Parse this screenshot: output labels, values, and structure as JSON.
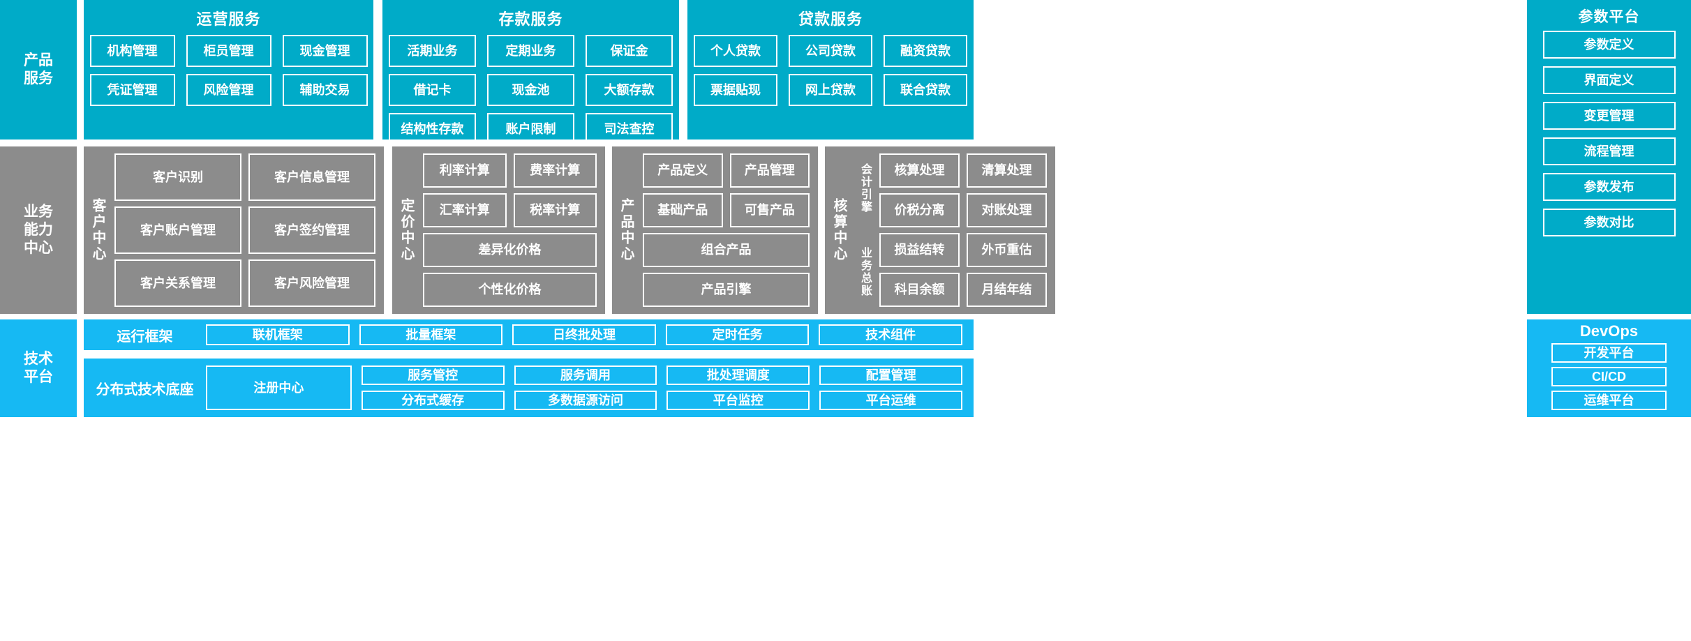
{
  "rows": {
    "product_services": {
      "side_label": "产品\n服务",
      "color": "#00ABC8",
      "groups": [
        {
          "title": "运营服务",
          "items": [
            "机构管理",
            "柜员管理",
            "现金管理",
            "凭证管理",
            "风险管理",
            "辅助交易"
          ]
        },
        {
          "title": "存款服务",
          "items": [
            "活期业务",
            "定期业务",
            "保证金",
            "借记卡",
            "现金池",
            "大额存款",
            "结构性存款",
            "账户限制",
            "司法查控"
          ]
        },
        {
          "title": "贷款服务",
          "items": [
            "个人贷款",
            "公司贷款",
            "融资贷款",
            "票据贴现",
            "网上贷款",
            "联合贷款"
          ]
        }
      ]
    },
    "business_capability": {
      "side_label": "业务\n能力\n中心",
      "color": "#8C8C8C",
      "centers": [
        {
          "name": "客户中心",
          "items": [
            "客户识别",
            "客户信息管理",
            "客户账户管理",
            "客户签约管理",
            "客户关系管理",
            "客户风险管理"
          ]
        },
        {
          "name": "定价中心",
          "items": [
            "利率计算",
            "费率计算",
            "汇率计算",
            "税率计算",
            "差异化价格",
            "个性化价格"
          ]
        },
        {
          "name": "产品中心",
          "items": [
            "产品定义",
            "产品管理",
            "基础产品",
            "可售产品",
            "组合产品",
            "产品引擎"
          ]
        },
        {
          "name": "核算中心",
          "sub_labels": [
            "会计引擎",
            "业务总账"
          ],
          "items": [
            "核算处理",
            "清算处理",
            "价税分离",
            "对账处理",
            "损益结转",
            "外币重估",
            "科目余额",
            "月结年结"
          ]
        }
      ]
    },
    "technical_platform": {
      "side_label": "技术\n平台",
      "color": "#16B9F3",
      "bands": [
        {
          "name": "运行框架",
          "items": [
            "联机框架",
            "批量框架",
            "日终批处理",
            "定时任务",
            "技术组件"
          ]
        },
        {
          "name": "分布式技术底座",
          "register": "注册中心",
          "columns": [
            [
              "服务管控",
              "分布式缓存"
            ],
            [
              "服务调用",
              "多数据源访问"
            ],
            [
              "批处理调度",
              "平台监控"
            ],
            [
              "配置管理",
              "平台运维"
            ]
          ]
        }
      ]
    }
  },
  "param_platform": {
    "title": "参数平台",
    "color": "#00ABC8",
    "items": [
      "参数定义",
      "界面定义",
      "变更管理",
      "流程管理",
      "参数发布",
      "参数对比"
    ]
  },
  "devops": {
    "title": "DevOps",
    "color": "#16B9F3",
    "items": [
      "开发平台",
      "CI/CD",
      "运维平台"
    ]
  }
}
